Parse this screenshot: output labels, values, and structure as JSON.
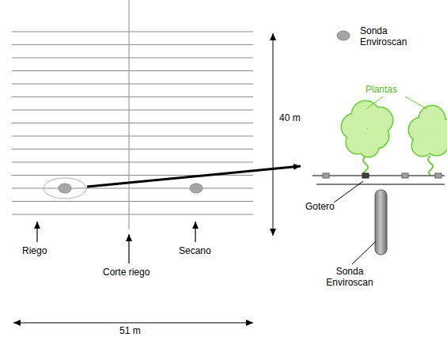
{
  "diagram": {
    "labels": [
      "40 m",
      "Plantas",
      "Gotero",
      "Sonda Enviroscan",
      "Riego",
      "Corte riego",
      "Secano",
      "51 m"
    ],
    "legend": [
      {
        "text": "Sonda Enviroscan",
        "color": "#a6a6a6"
      }
    ]
  }
}
